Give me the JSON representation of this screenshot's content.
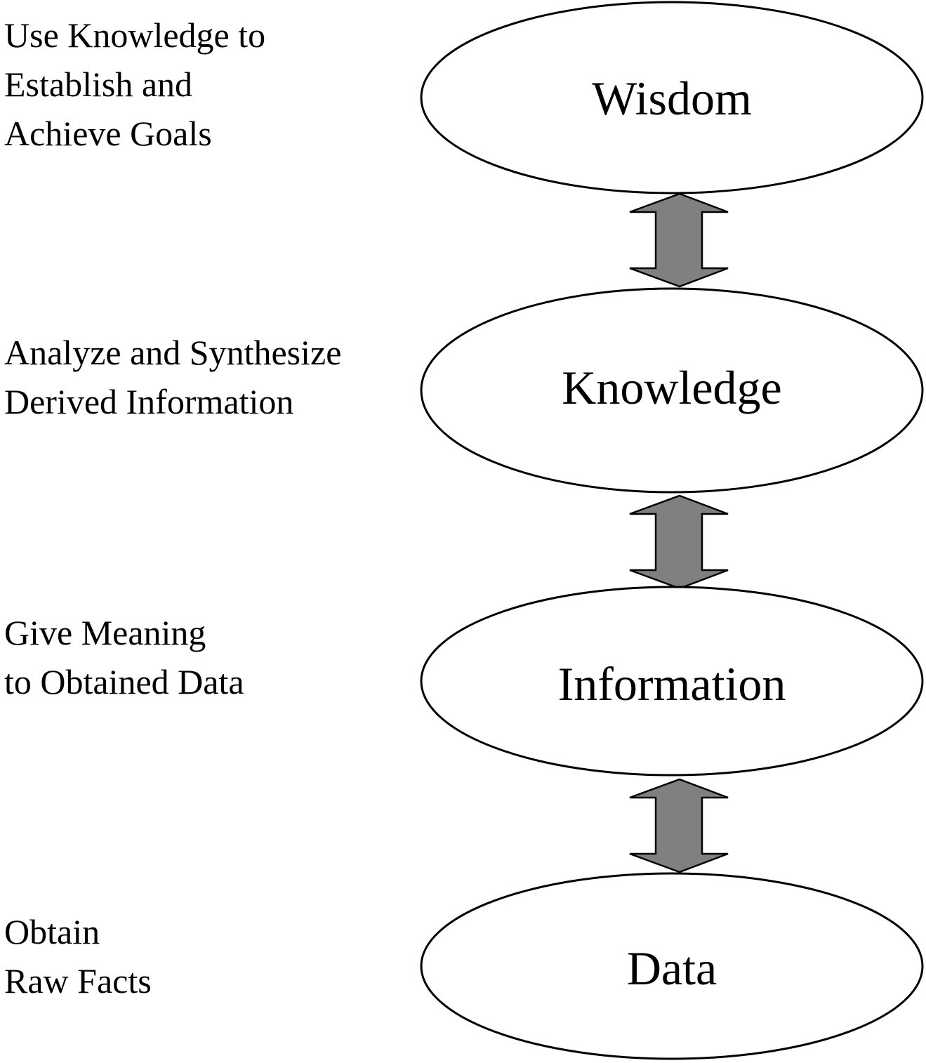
{
  "levels": [
    {
      "label": "Wisdom",
      "description": [
        "Use Knowledge to",
        "Establish and",
        "Achieve Goals"
      ]
    },
    {
      "label": "Knowledge",
      "description": [
        "Analyze and Synthesize",
        "Derived Information"
      ]
    },
    {
      "label": "Information",
      "description": [
        "Give Meaning",
        "to Obtained Data"
      ]
    },
    {
      "label": "Data",
      "description": [
        "Obtain",
        "Raw Facts"
      ]
    }
  ],
  "colors": {
    "background": "#ffffff",
    "stroke": "#000000",
    "arrow_fill": "#808080"
  },
  "arrows": [
    {
      "connects": [
        "Wisdom",
        "Knowledge"
      ],
      "direction": "bidirectional"
    },
    {
      "connects": [
        "Knowledge",
        "Information"
      ],
      "direction": "bidirectional"
    },
    {
      "connects": [
        "Information",
        "Data"
      ],
      "direction": "bidirectional"
    }
  ]
}
